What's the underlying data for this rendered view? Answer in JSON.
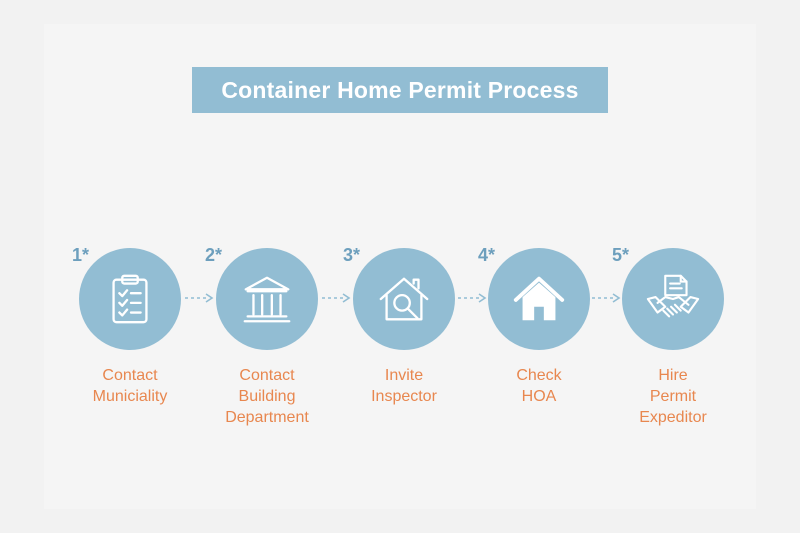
{
  "title": "Container Home Permit Process",
  "colors": {
    "accent": "#92bdd3",
    "label": "#e8874f",
    "number": "#6d9fbd",
    "background": "#f2f2f2"
  },
  "steps": [
    {
      "number": "1*",
      "icon": "clipboard-checklist-icon",
      "label_lines": [
        "Contact",
        "Municiality"
      ]
    },
    {
      "number": "2*",
      "icon": "government-building-icon",
      "label_lines": [
        "Contact",
        "Building",
        "Department"
      ]
    },
    {
      "number": "3*",
      "icon": "house-magnifier-icon",
      "label_lines": [
        "Invite",
        "Inspector"
      ]
    },
    {
      "number": "4*",
      "icon": "house-icon",
      "label_lines": [
        "Check",
        "HOA"
      ]
    },
    {
      "number": "5*",
      "icon": "handshake-document-icon",
      "label_lines": [
        "Hire",
        "Permit",
        "Expeditor"
      ]
    }
  ]
}
